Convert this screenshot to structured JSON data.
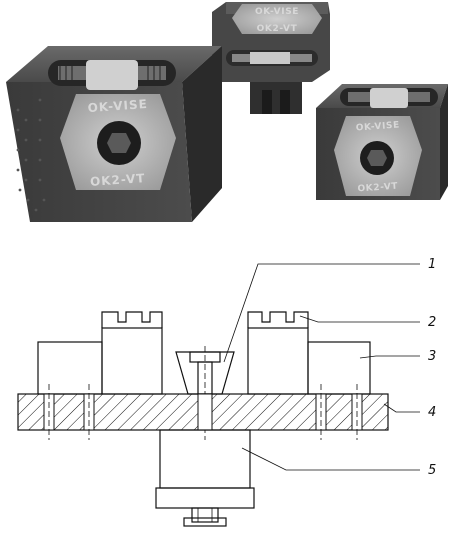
{
  "photo": {
    "large_block": {
      "top_text": "OK-VISE",
      "bottom_text": "OK2-VT"
    },
    "back_block": {
      "top_text": "OK-VISE",
      "bottom_text": "OK2-VT"
    },
    "small_block": {
      "top_text": "OK-VISE",
      "bottom_text": "OK2-VT"
    }
  },
  "callouts": [
    "1",
    "2",
    "3",
    "4",
    "5"
  ],
  "colors": {
    "block_body": "#3f3f3f",
    "plate": "#b7b7b7",
    "spring": "#2a2a2a",
    "line": "#111111"
  }
}
